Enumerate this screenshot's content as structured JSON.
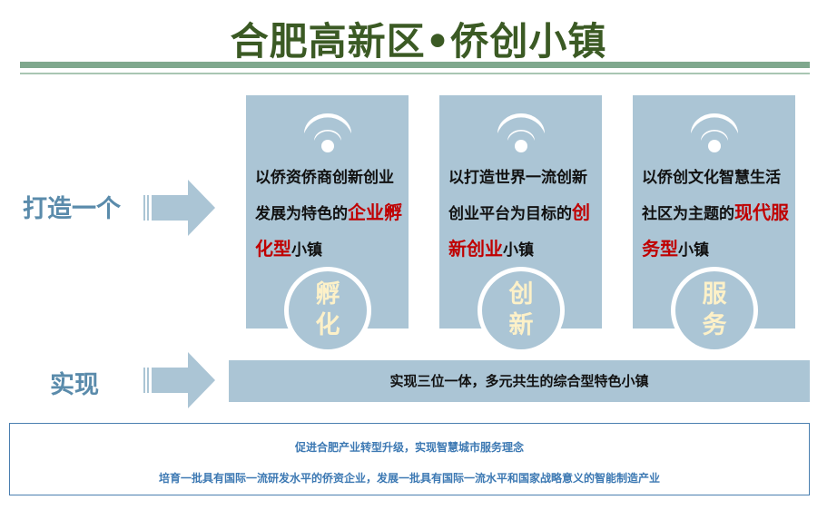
{
  "title": "合肥高新区•侨创小镇",
  "labels": {
    "build": "打造一个",
    "realize": "实现"
  },
  "cards": [
    {
      "pre": "以侨资侨商创新创业发展为特色的",
      "highlight": "企业孵化型",
      "post": "小镇",
      "badge1": "孵",
      "badge2": "化"
    },
    {
      "pre": "以打造世界一流创新创业平台为目标的",
      "highlight": "创新创业",
      "post": "小镇",
      "badge1": "创",
      "badge2": "新"
    },
    {
      "pre": "以侨创文化智慧生活社区为主题的",
      "highlight": "现代服务型",
      "post": "小镇",
      "badge1": "服",
      "badge2": "务"
    }
  ],
  "bar": "实现三位一体，多元共生的综合型特色小镇",
  "bottom": [
    "促进合肥产业转型升级，实现智慧城市服务理念",
    "培育一批具有国际一流研发水平的侨资企业，发展一批具有国际一流水平和国家战略意义的智能制造产业"
  ]
}
